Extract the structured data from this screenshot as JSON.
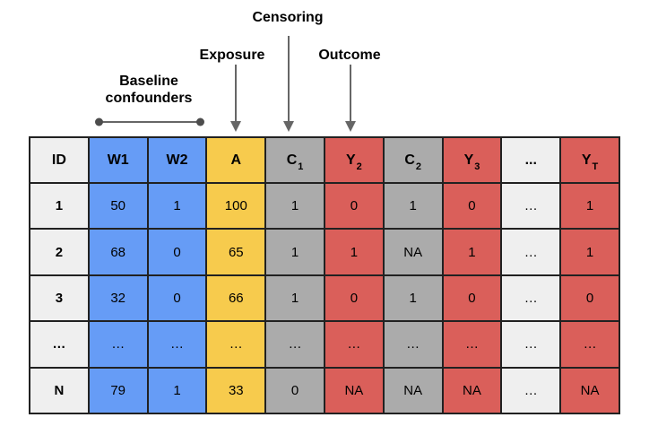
{
  "annotations": {
    "censoring": "Censoring",
    "exposure": "Exposure",
    "outcome": "Outcome",
    "baseline_line1": "Baseline",
    "baseline_line2": "confounders"
  },
  "colors": {
    "blue": "#669CF6",
    "yellow": "#F7CB4D",
    "gray": "#ABABAB",
    "red": "#DA5F5A",
    "light_gray": "#EFEFEF",
    "border": "#212121",
    "arrow": "#666666",
    "dot": "#4d4d4d"
  },
  "table": {
    "columns": [
      {
        "base": "ID",
        "sub": "",
        "color": "light_gray"
      },
      {
        "base": "W1",
        "sub": "",
        "color": "blue"
      },
      {
        "base": "W2",
        "sub": "",
        "color": "blue"
      },
      {
        "base": "A",
        "sub": "",
        "color": "yellow"
      },
      {
        "base": "C",
        "sub": "1",
        "color": "gray"
      },
      {
        "base": "Y",
        "sub": "2",
        "color": "red"
      },
      {
        "base": "C",
        "sub": "2",
        "color": "gray"
      },
      {
        "base": "Y",
        "sub": "3",
        "color": "red"
      },
      {
        "base": "...",
        "sub": "",
        "color": "light_gray"
      },
      {
        "base": "Y",
        "sub": "T",
        "color": "red"
      }
    ],
    "rows": [
      [
        "1",
        "50",
        "1",
        "100",
        "1",
        "0",
        "1",
        "0",
        "…",
        "1"
      ],
      [
        "2",
        "68",
        "0",
        "65",
        "1",
        "1",
        "NA",
        "1",
        "…",
        "1"
      ],
      [
        "3",
        "32",
        "0",
        "66",
        "1",
        "0",
        "1",
        "0",
        "…",
        "0"
      ],
      [
        "…",
        "…",
        "…",
        "…",
        "…",
        "…",
        "…",
        "…",
        "…",
        "…"
      ],
      [
        "N",
        "79",
        "1",
        "33",
        "0",
        "NA",
        "NA",
        "NA",
        "…",
        "NA"
      ]
    ]
  }
}
